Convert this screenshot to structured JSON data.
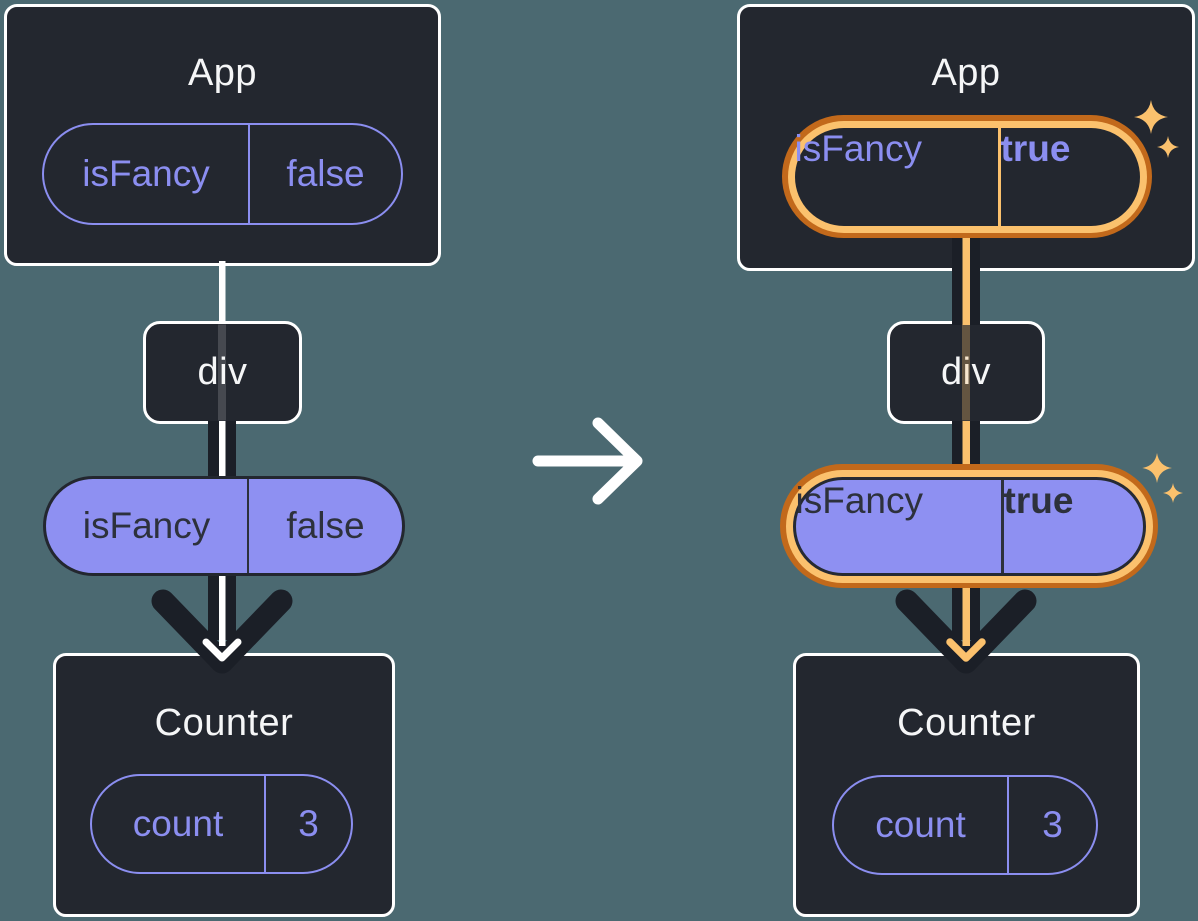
{
  "left_tree": {
    "app_card": {
      "title": "App",
      "prop_pill": {
        "key": "isFancy",
        "value": "false"
      }
    },
    "div_node": {
      "label": "div"
    },
    "passed_prop_pill": {
      "key": "isFancy",
      "value": "false"
    },
    "counter_card": {
      "title": "Counter",
      "state_pill": {
        "key": "count",
        "value": "3"
      }
    }
  },
  "right_tree": {
    "app_card": {
      "title": "App",
      "prop_pill": {
        "key": "isFancy",
        "value": "true"
      }
    },
    "div_node": {
      "label": "div"
    },
    "passed_prop_pill": {
      "key": "isFancy",
      "value": "true"
    },
    "counter_card": {
      "title": "Counter",
      "state_pill": {
        "key": "count",
        "value": "3"
      }
    }
  },
  "icons": {
    "transition_arrow": "right-arrow-icon",
    "highlight": "sparkle-icon"
  },
  "colors": {
    "background": "#4b6971",
    "card_background": "#23272f",
    "card_border": "#ffffff",
    "purple_accent": "#8b8ef0",
    "purple_fill": "#8e90f2",
    "dark_arrow": "#1b1f27",
    "highlight_orange": "#fbc16d",
    "highlight_orange_dark": "#c2691b"
  }
}
